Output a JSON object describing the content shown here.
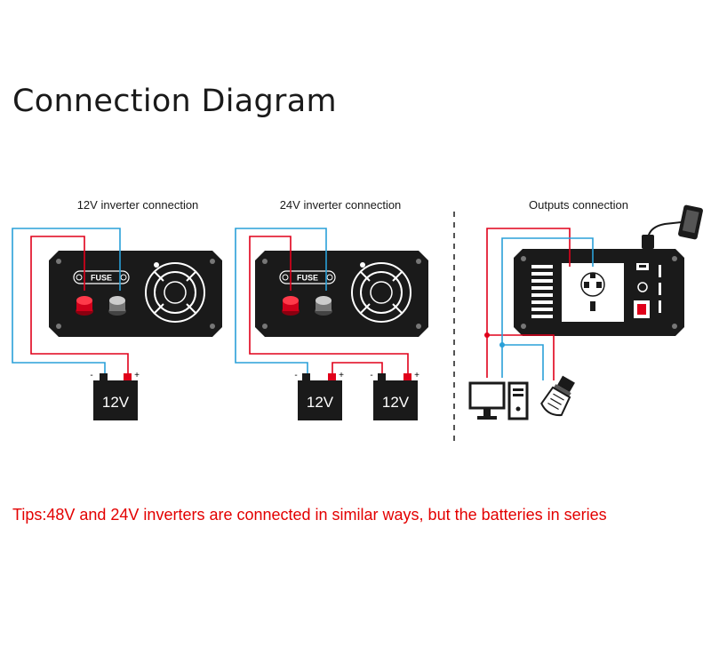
{
  "page_title": "Connection Diagram",
  "panels": {
    "v12_label": "12V inverter connection",
    "v24_label": "24V inverter connection",
    "outputs_label": "Outputs connection"
  },
  "inverter": {
    "fuse_label": "FUSE"
  },
  "battery": {
    "label": "12V",
    "negative_symbol": "-",
    "positive_symbol": "+"
  },
  "tips": "Tips:48V and 24V inverters are connected in similar ways, but the batteries in series",
  "colors": {
    "positive_wire": "#e0001a",
    "negative_wire": "#2aa0d8",
    "tips_text": "#e30000",
    "device_body": "#1a1a1a"
  }
}
